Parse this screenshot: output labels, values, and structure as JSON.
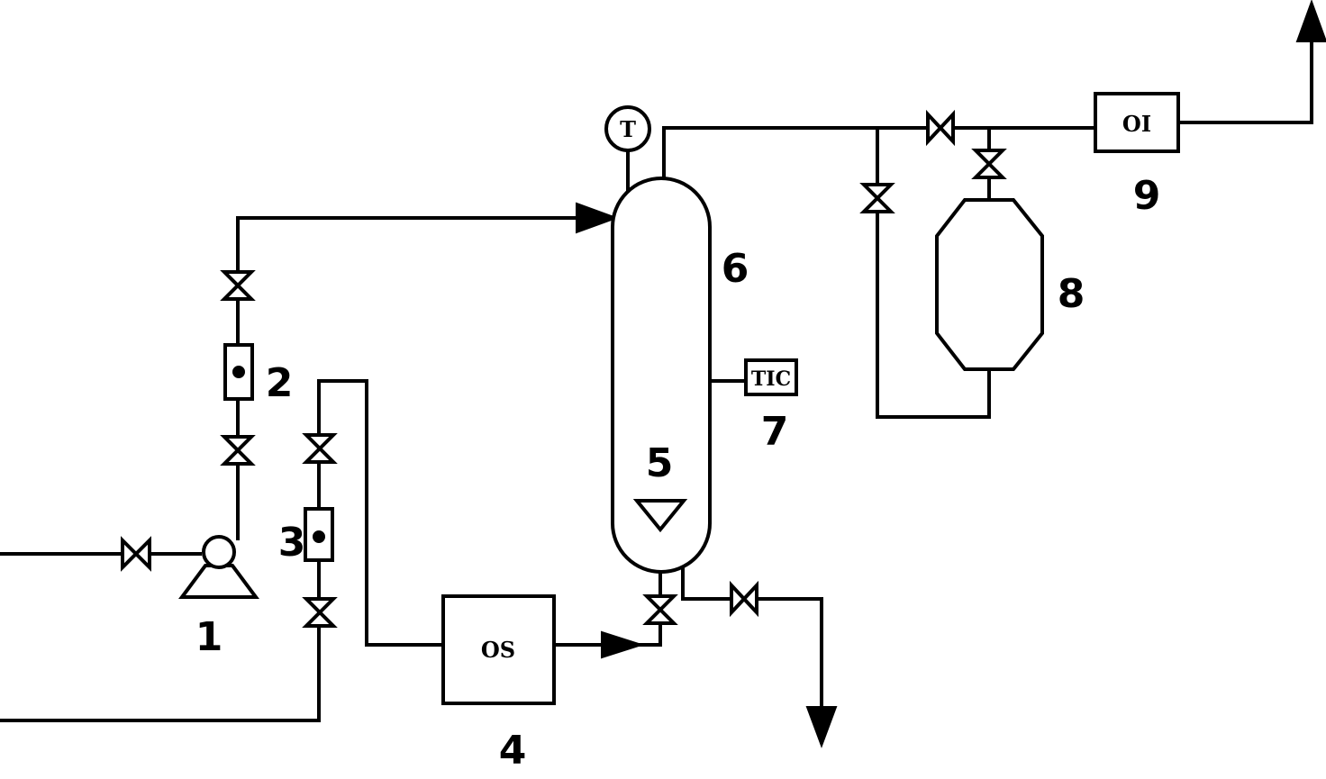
{
  "labels": {
    "pump": "1",
    "flowmeter_a": "2",
    "flowmeter_b": "3",
    "ozone_generator": "4",
    "distributor": "5",
    "reactor": "6",
    "temp_controller": "7",
    "buffer_tank": "8",
    "ozone_analyzer": "9"
  },
  "tags": {
    "ozone_generator": "OS",
    "temp_controller": "TIC",
    "ozone_analyzer": "OI",
    "temperature_gauge": "T"
  }
}
